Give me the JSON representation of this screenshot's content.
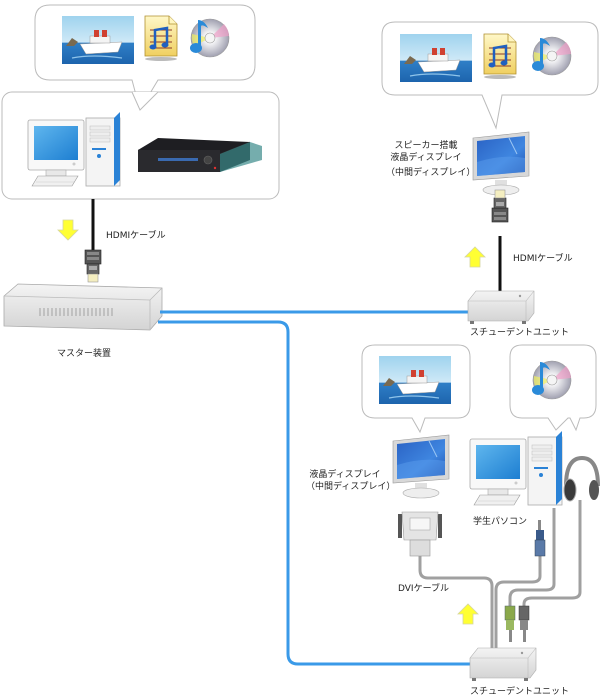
{
  "diagram": {
    "master_source": {
      "bubble_items": [
        "video-image",
        "music-file",
        "music-cd"
      ],
      "devices": [
        "teacher-pc",
        "dvd-recorder"
      ]
    },
    "cables": {
      "hdmi_top": "HDMIケーブル",
      "hdmi_right": "HDMIケーブル",
      "dvi": "DVIケーブル"
    },
    "devices": {
      "master": "マスター装置",
      "student_unit_top": "スチューデントユニット",
      "student_unit_bottom": "スチューデントユニット",
      "speaker_display_line1": "スピーカー搭載",
      "speaker_display_line2": "液晶ディスプレイ",
      "speaker_display_line3": "（中間ディスプレイ）",
      "lcd_display_line1": "液晶ディスプレイ",
      "lcd_display_line2": "（中間ディスプレイ）",
      "student_pc": "学生パソコン"
    },
    "colors": {
      "lan_cable": "#3a9ae8",
      "arrow": "#ffff33",
      "bubble_border": "#bbbbbb",
      "audio_cable": "#a0a0a0"
    }
  }
}
